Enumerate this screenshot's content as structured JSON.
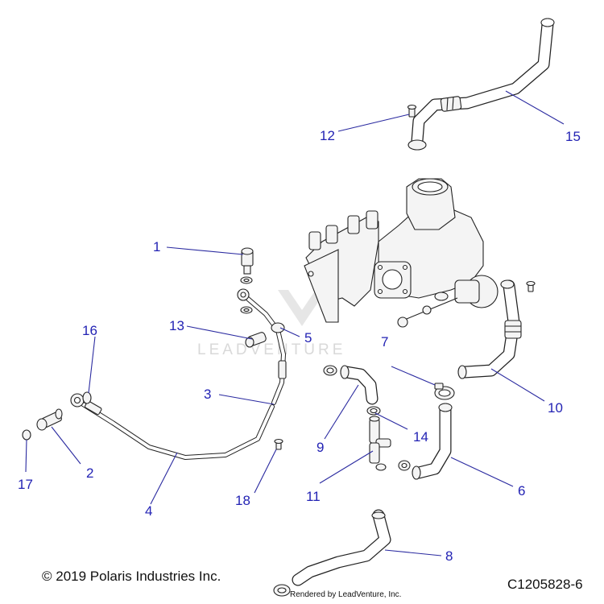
{
  "footer": {
    "copyright": "© 2019 Polaris Industries Inc.",
    "drawing_id": "C1205828-6",
    "rendered_by": "Rendered by LeadVenture, Inc."
  },
  "watermark": "LEADVENTURE",
  "callouts": {
    "c1": "1",
    "c2": "2",
    "c3": "3",
    "c4": "4",
    "c5": "5",
    "c6": "6",
    "c7": "7",
    "c8": "8",
    "c9": "9",
    "c10": "10",
    "c11": "11",
    "c12": "12",
    "c13": "13",
    "c14": "14",
    "c15": "15",
    "c16": "16",
    "c17": "17",
    "c18": "18"
  },
  "colors": {
    "callout": "#2323b4",
    "leader": "#2a2aa0",
    "linework": "#222222"
  }
}
